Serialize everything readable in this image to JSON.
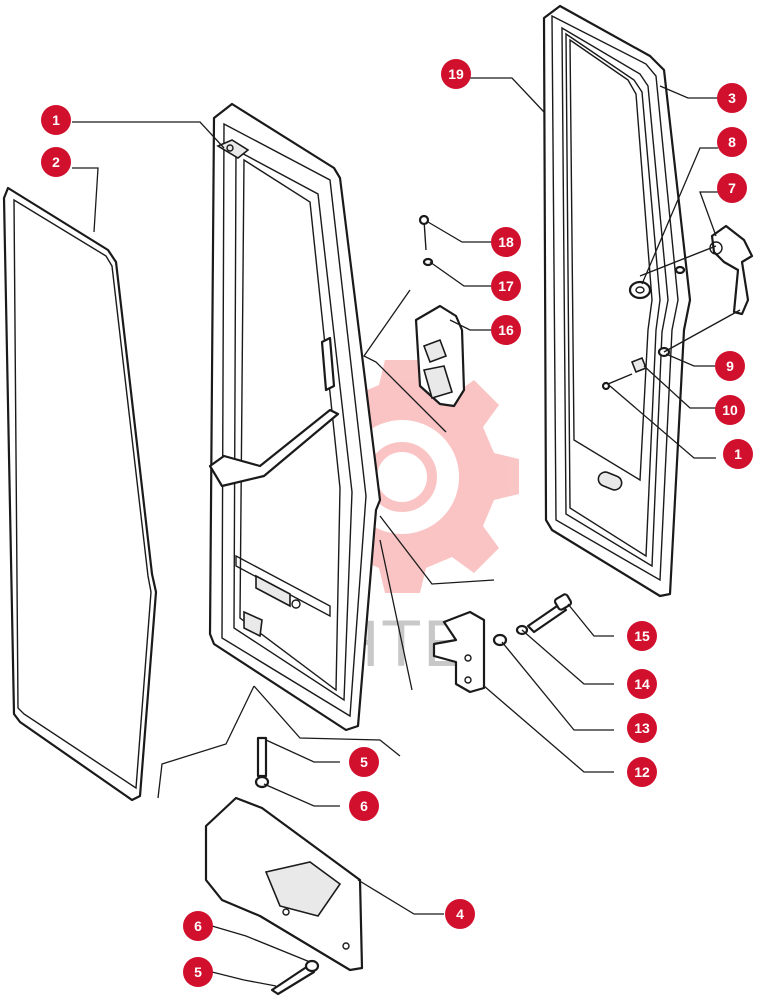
{
  "watermark": {
    "text": "ИНТЕ",
    "color": "#f25a5a"
  },
  "callout_color": "#d0102d",
  "callouts": [
    {
      "label": "1"
    },
    {
      "label": "2"
    },
    {
      "label": "19"
    },
    {
      "label": "3"
    },
    {
      "label": "8"
    },
    {
      "label": "7"
    },
    {
      "label": "18"
    },
    {
      "label": "17"
    },
    {
      "label": "16"
    },
    {
      "label": "9"
    },
    {
      "label": "10"
    },
    {
      "label": "1"
    },
    {
      "label": "15"
    },
    {
      "label": "14"
    },
    {
      "label": "13"
    },
    {
      "label": "12"
    },
    {
      "label": "5"
    },
    {
      "label": "6"
    },
    {
      "label": "4"
    },
    {
      "label": "6"
    },
    {
      "label": "5"
    }
  ]
}
